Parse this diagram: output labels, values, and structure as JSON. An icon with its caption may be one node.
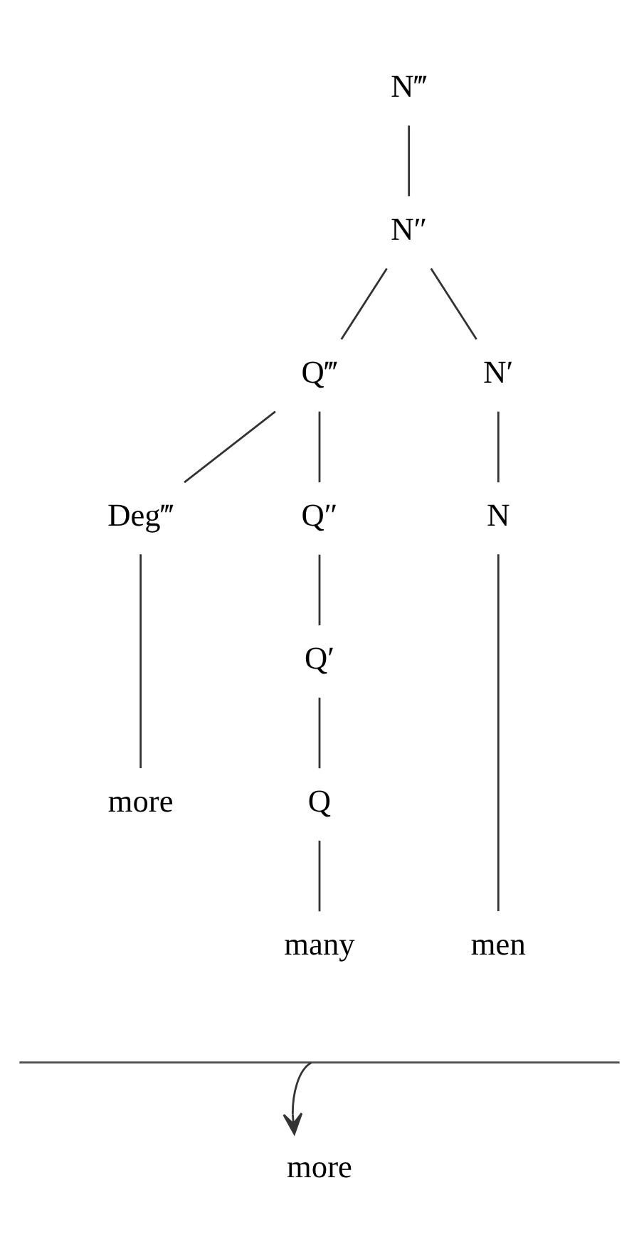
{
  "diagram": {
    "nodes": [
      {
        "text": [
          "N‴"
        ]
      },
      {
        "text": [
          "N″"
        ]
      },
      {
        "text": [
          "Q‴"
        ]
      },
      {
        "text": [
          "N′"
        ]
      },
      {
        "text": [
          "Deg‴"
        ]
      },
      {
        "text": [
          "Q″"
        ]
      },
      {
        "text": [
          "N"
        ]
      },
      {
        "text": [
          "more"
        ]
      },
      {
        "text": [
          "Q′"
        ]
      },
      {
        "text": [
          "men"
        ]
      },
      {
        "text": [
          "Q"
        ]
      },
      {
        "text": [
          "many"
        ]
      },
      {
        "text": [],
        "shape": "brace"
      },
      {
        "text": [
          "more"
        ]
      }
    ],
    "edges": [
      {
        "from": 0,
        "to": 1,
        "arrow": "none"
      },
      {
        "from": 1,
        "to": 2,
        "arrow": "none"
      },
      {
        "from": 1,
        "to": 3,
        "arrow": "none"
      },
      {
        "from": 2,
        "to": 4,
        "arrow": "none"
      },
      {
        "from": 2,
        "to": 5,
        "arrow": "none"
      },
      {
        "from": 3,
        "to": 6,
        "arrow": "none"
      },
      {
        "from": 4,
        "to": 7,
        "arrow": "none"
      },
      {
        "from": 5,
        "to": 8,
        "arrow": "none"
      },
      {
        "from": 6,
        "to": 9,
        "arrow": "none"
      },
      {
        "from": 8,
        "to": 10,
        "arrow": "none"
      },
      {
        "from": 10,
        "to": 11,
        "arrow": "none"
      },
      {
        "from": 12,
        "to": 13,
        "arrow": "to"
      }
    ]
  }
}
